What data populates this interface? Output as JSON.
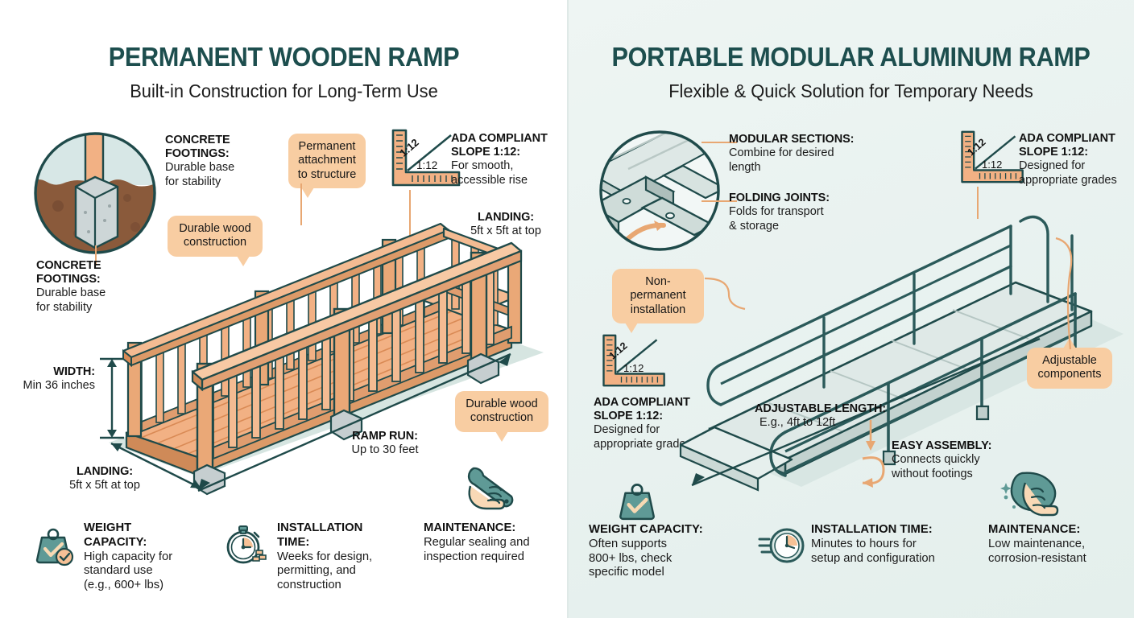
{
  "colors": {
    "heading_teal": "#1d4e4e",
    "wood": "#f2b184",
    "wood_light": "#f7c9a4",
    "wood_dark": "#d98a55",
    "outline": "#1f4a4a",
    "aluminum": "#cfdcd9",
    "aluminum_light": "#e3ecea",
    "accent_orange": "#e8a772",
    "bubble_bg": "#f8cda2",
    "teal_icon": "#5f9a96",
    "panel_right_bg": "#eef5f3",
    "ground_shadow": "#cfe0dc",
    "concrete": "#c6ced0",
    "soil": "#8a5a3b"
  },
  "left": {
    "title": "PERMANENT WOODEN RAMP",
    "subtitle": "Built-in Construction for Long-Term Use",
    "detail_circle_name": "concrete-footing-cutaway",
    "annotations": {
      "footings_top": {
        "head_l1": "CONCRETE",
        "head_l2": "FOOTINGS:",
        "body_l1": "Durable base",
        "body_l2": "for stability"
      },
      "footings_bottom": {
        "head_l1": "CONCRETE",
        "head_l2": "FOOTINGS:",
        "body_l1": "Durable base",
        "body_l2": "for stability"
      },
      "ada": {
        "head_l1": "ADA COMPLIANT",
        "head_l2": "SLOPE 1:12:",
        "body_l1": "For smooth,",
        "body_l2": "accessible rise"
      },
      "landing_top": {
        "head": "LANDING:",
        "body": "5ft x 5ft at top"
      },
      "landing_bottom": {
        "head": "LANDING:",
        "body": "5ft x 5ft at top"
      },
      "width": {
        "head": "WIDTH:",
        "body": "Min 36 inches"
      },
      "ramp_run": {
        "head": "RAMP RUN:",
        "body": "Up to 30 feet"
      }
    },
    "bubbles": {
      "permanent_attachment": "Permanent attachment to structure",
      "durable_wood_top": "Durable wood construction",
      "durable_wood_bottom": "Durable wood construction"
    },
    "ruler_labels": {
      "diag": "1:12",
      "horiz": "1:12"
    },
    "features": [
      {
        "icon": "weight-check-icon",
        "head": "WEIGHT CAPACITY:",
        "lines": [
          "High capacity for",
          "standard use",
          "(e.g., 600+ lbs)"
        ]
      },
      {
        "icon": "stopwatch-icon",
        "head": "INSTALLATION TIME:",
        "lines": [
          "Weeks for design,",
          "permitting, and",
          "construction"
        ]
      },
      {
        "icon": "wrench-hand-icon",
        "head": "MAINTENANCE:",
        "lines": [
          "Regular sealing and",
          "inspection required"
        ]
      }
    ]
  },
  "right": {
    "title": "PORTABLE MODULAR ALUMINUM RAMP",
    "subtitle": "Flexible & Quick Solution for Temporary Needs",
    "detail_circle_name": "folding-joint-cutaway",
    "annotations": {
      "modular_sections": {
        "head": "MODULAR SECTIONS:",
        "body_l1": "Combine for desired",
        "body_l2": "length"
      },
      "folding_joints": {
        "head": "FOLDING JOINTS:",
        "body_l1": "Folds for transport",
        "body_l2": "& storage"
      },
      "ada_top": {
        "head_l1": "ADA COMPLIANT",
        "head_l2": "SLOPE 1:12:",
        "body_l1": "Designed for",
        "body_l2": "appropriate grades"
      },
      "ada_left": {
        "head_l1": "ADA COMPLIANT",
        "head_l2": "SLOPE 1:12:",
        "body_l1": "Designed for",
        "body_l2": "appropriate grades"
      },
      "adjustable_length": {
        "head": "ADJUSTABLE LENGTH:",
        "body": "E.g., 4ft to 12ft"
      },
      "easy_assembly": {
        "head": "EASY ASSEMBLY:",
        "body_l1": "Connects quickly",
        "body_l2": "without footings"
      }
    },
    "bubbles": {
      "non_permanent": "Non-permanent installation",
      "adjustable_components": "Adjustable components"
    },
    "ruler_labels": {
      "diag": "1:12",
      "horiz": "1:12"
    },
    "features": [
      {
        "icon": "weight-check-icon",
        "head": "WEIGHT CAPACITY:",
        "lines": [
          "Often supports",
          "800+ lbs, check",
          "specific model"
        ]
      },
      {
        "icon": "fast-clock-icon",
        "head": "INSTALLATION TIME:",
        "lines": [
          "Minutes to hours for",
          "setup and configuration"
        ]
      },
      {
        "icon": "cloth-hand-icon",
        "head": "MAINTENANCE:",
        "lines": [
          "Low maintenance,",
          "corrosion-resistant"
        ]
      }
    ]
  }
}
